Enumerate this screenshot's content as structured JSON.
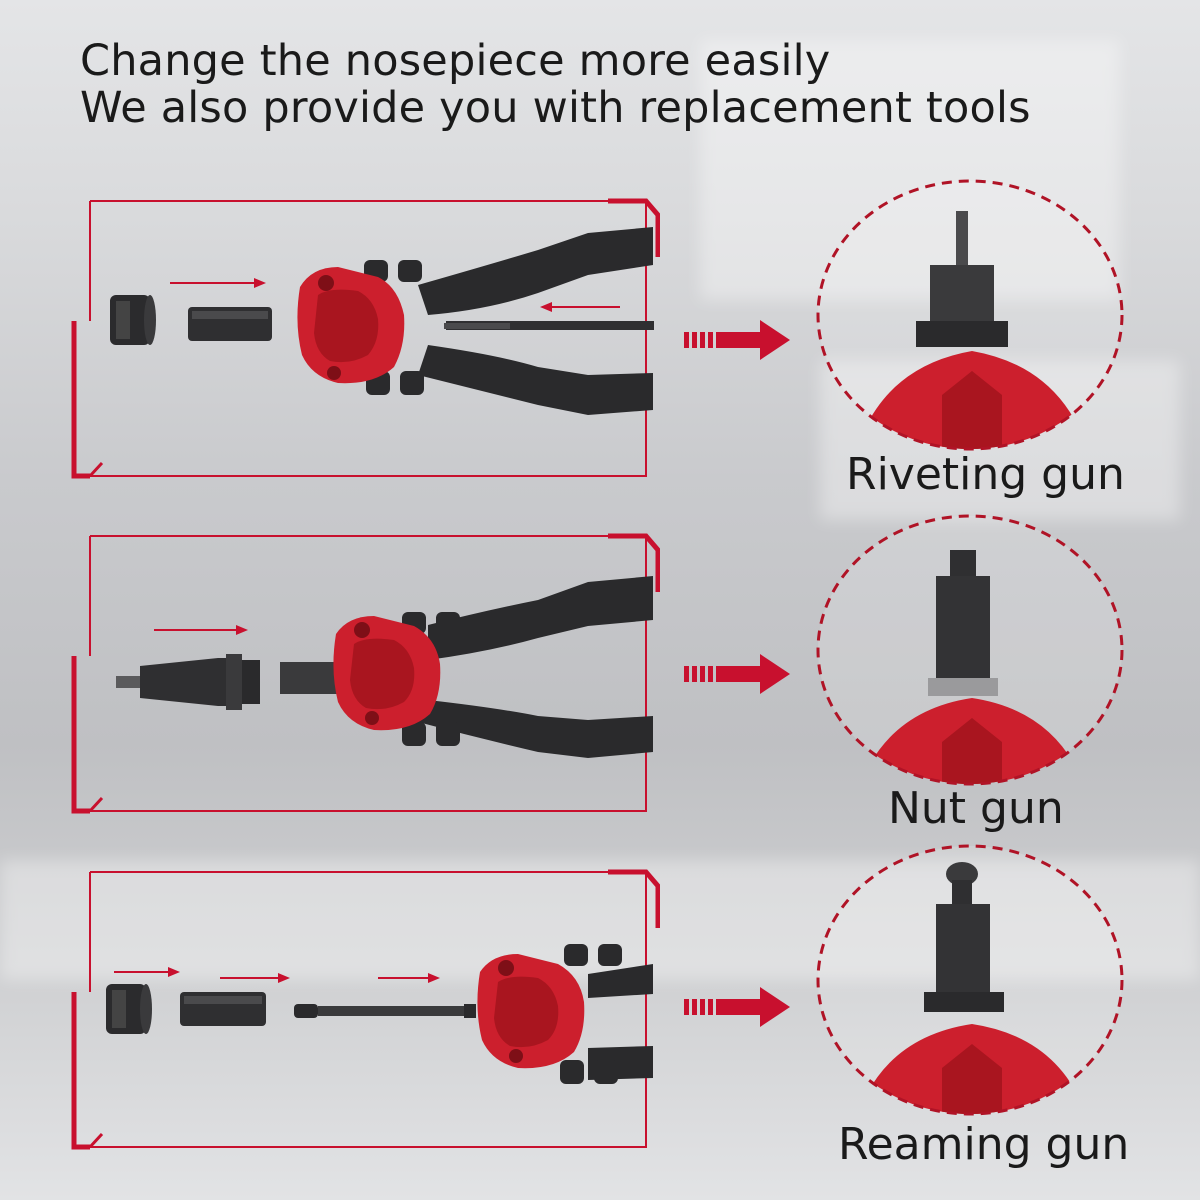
{
  "headline": {
    "line1": "Change the nosepiece more easily",
    "line2": "We also provide you with replacement tools"
  },
  "colors": {
    "accent": "#c8102e",
    "tool_body": "#2a2a2c",
    "tool_red": "#cc1f2d"
  },
  "rows": [
    {
      "caption": "Riveting gun",
      "icon": "riveting-nosepiece-icon"
    },
    {
      "caption": "Nut gun",
      "icon": "nut-nosepiece-icon"
    },
    {
      "caption": "Reaming gun",
      "icon": "reaming-nosepiece-icon"
    }
  ]
}
